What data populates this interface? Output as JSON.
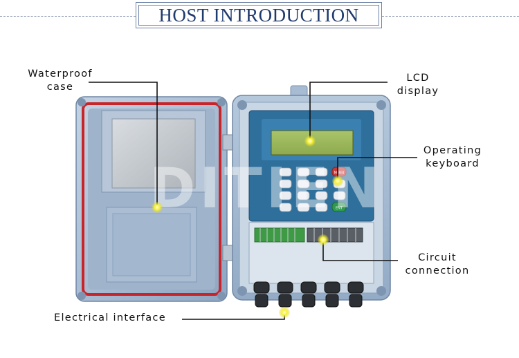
{
  "header": {
    "title": "HOST INTRODUCTION"
  },
  "callouts": {
    "waterproof": {
      "line1": "Waterproof",
      "line2": "case"
    },
    "lcd": {
      "line1": "LCD",
      "line2": "display"
    },
    "keyboard": {
      "line1": "Operating",
      "line2": "keyboard"
    },
    "circuit": {
      "line1": "Circuit",
      "line2": "connection"
    },
    "electrical": {
      "line1": "Electrical interface"
    }
  },
  "device": {
    "keypad_top_key": "MENU",
    "keypad_enter_key": "ENT",
    "watermark": "DITIEN"
  },
  "colors": {
    "title_blue": "#1f3a6d",
    "case_blue": "#9fb5cf",
    "gasket_red": "#c8242a",
    "marker_yellow": "#f4f02a"
  }
}
